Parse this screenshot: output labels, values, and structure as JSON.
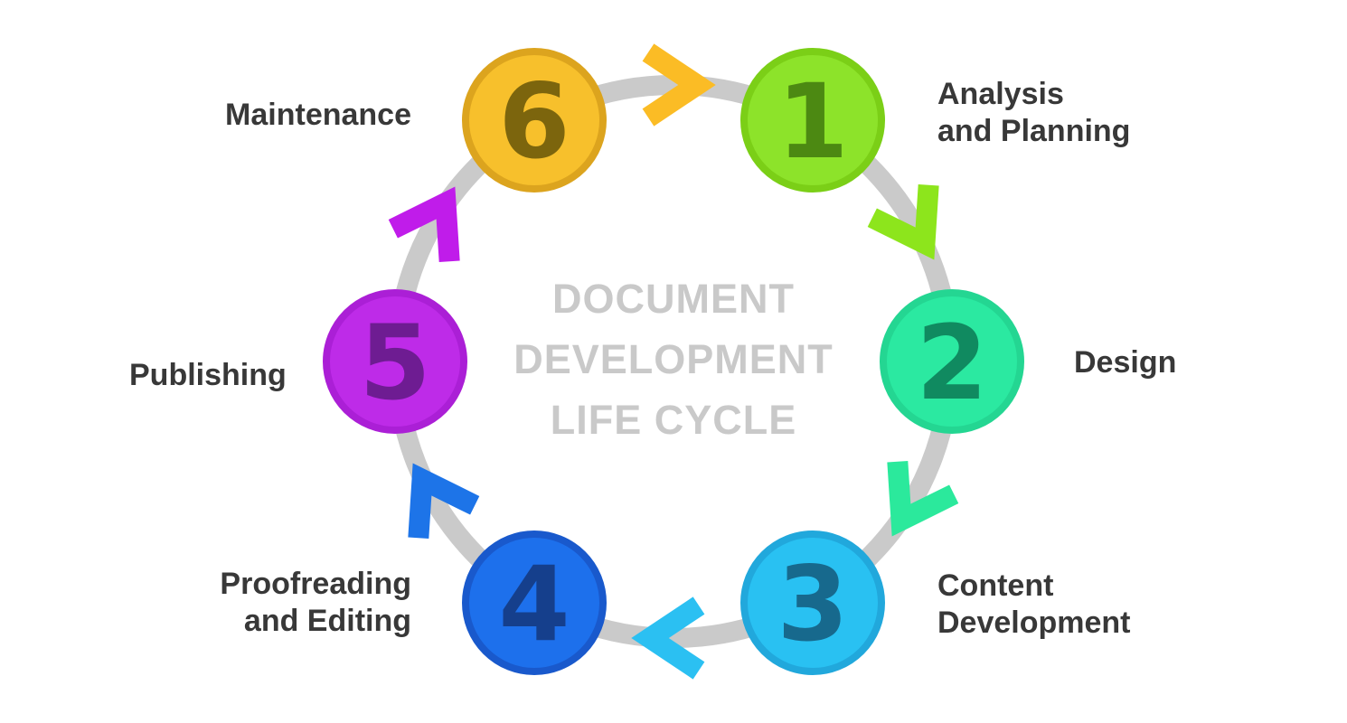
{
  "title": {
    "line1": "DOCUMENT",
    "line2": "DEVELOPMENT",
    "line3": "LIFE CYCLE",
    "color": "#C9C9C9"
  },
  "ring_color": "#CACACA",
  "label_color": "#383838",
  "background_color": "#FFFFFF",
  "steps": [
    {
      "number": "1",
      "label": "Analysis and Planning",
      "lines": [
        "Analysis",
        "and Planning"
      ],
      "fill": "#8DE32A",
      "border": "#7BCF17",
      "number_color": "#4C8912",
      "arrow_color": "#8DE51C"
    },
    {
      "number": "2",
      "label": "Design",
      "lines": [
        "Design"
      ],
      "fill": "#2BE9A1",
      "border": "#24D692",
      "number_color": "#108A60",
      "arrow_color": "#2BE99C"
    },
    {
      "number": "3",
      "label": "Content Development",
      "lines": [
        "Content",
        "Development"
      ],
      "fill": "#29C1F2",
      "border": "#21A8DC",
      "number_color": "#17698D",
      "arrow_color": "#2BC0F2"
    },
    {
      "number": "4",
      "label": "Proofreading and Editing",
      "lines": [
        "Proofreading",
        "and Editing"
      ],
      "fill": "#1D70EC",
      "border": "#1959CC",
      "number_color": "#153F8C",
      "arrow_color": "#1D74E8"
    },
    {
      "number": "5",
      "label": "Publishing",
      "lines": [
        "Publishing"
      ],
      "fill": "#BE2BE8",
      "border": "#AB1FD6",
      "number_color": "#6E1C92",
      "arrow_color": "#C01CEA"
    },
    {
      "number": "6",
      "label": "Maintenance",
      "lines": [
        "Maintenance"
      ],
      "fill": "#F7C02C",
      "border": "#DCA41E",
      "number_color": "#7C650D",
      "arrow_color": "#FBBC25"
    }
  ]
}
